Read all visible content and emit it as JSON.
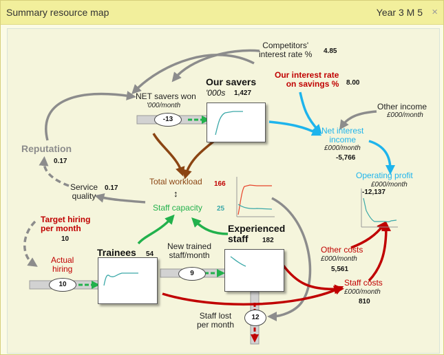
{
  "window": {
    "title": "Summary resource map",
    "period": "Year 3 M 5",
    "close_glyph": "×"
  },
  "colors": {
    "gray": "#8c8c8c",
    "brown": "#8b4513",
    "blue": "#1eb4ec",
    "green": "#22b14c",
    "red": "#c00000",
    "teal": "#3aa8a8",
    "orange_red": "#e8432a"
  },
  "nodes": {
    "competitors": {
      "label1": "Competitors'",
      "label2": "interest rate %",
      "value": "4.85"
    },
    "our_rate": {
      "label1": "Our interest rate",
      "label2": "on savings %",
      "value": "8.00"
    },
    "savers": {
      "label": "Our savers",
      "unit": "'000s",
      "value": "1,427"
    },
    "net_savers": {
      "label": "NET savers won",
      "unit": "'000/month",
      "value": "-13"
    },
    "other_income": {
      "label": "Other income",
      "unit": "£000/month"
    },
    "net_interest": {
      "label1": "Net interest",
      "label2": "income",
      "unit": "£000/month",
      "value": "-5,766"
    },
    "reputation": {
      "label": "Reputation",
      "value": "0.17"
    },
    "service_quality": {
      "label1": "Service",
      "label2": "quality",
      "value": "0.17"
    },
    "total_workload": {
      "label": "Total workload",
      "value": "166",
      "arrow_glyph": "↕"
    },
    "staff_capacity": {
      "label": "Staff capacity",
      "value": "25"
    },
    "operating_profit": {
      "label": "Operating profit",
      "unit": "£000/month",
      "value": "-12,137"
    },
    "target_hiring": {
      "label1": "Target hiring",
      "label2": "per month",
      "value": "10"
    },
    "actual_hiring": {
      "label1": "Actual",
      "label2": "hiring",
      "value": "10"
    },
    "trainees": {
      "label": "Trainees",
      "value": "54"
    },
    "new_trained": {
      "label1": "New trained",
      "label2": "staff/month",
      "value": "9"
    },
    "experienced": {
      "label1": "Experienced",
      "label2": "staff",
      "value": "182"
    },
    "other_costs": {
      "label": "Other costs",
      "unit": "£000/month",
      "value": "5,561"
    },
    "staff_costs": {
      "label": "Staff costs",
      "unit": "£000/month",
      "value": "810"
    },
    "staff_lost": {
      "label1": "Staff lost",
      "label2": "per month",
      "value": "12"
    }
  }
}
